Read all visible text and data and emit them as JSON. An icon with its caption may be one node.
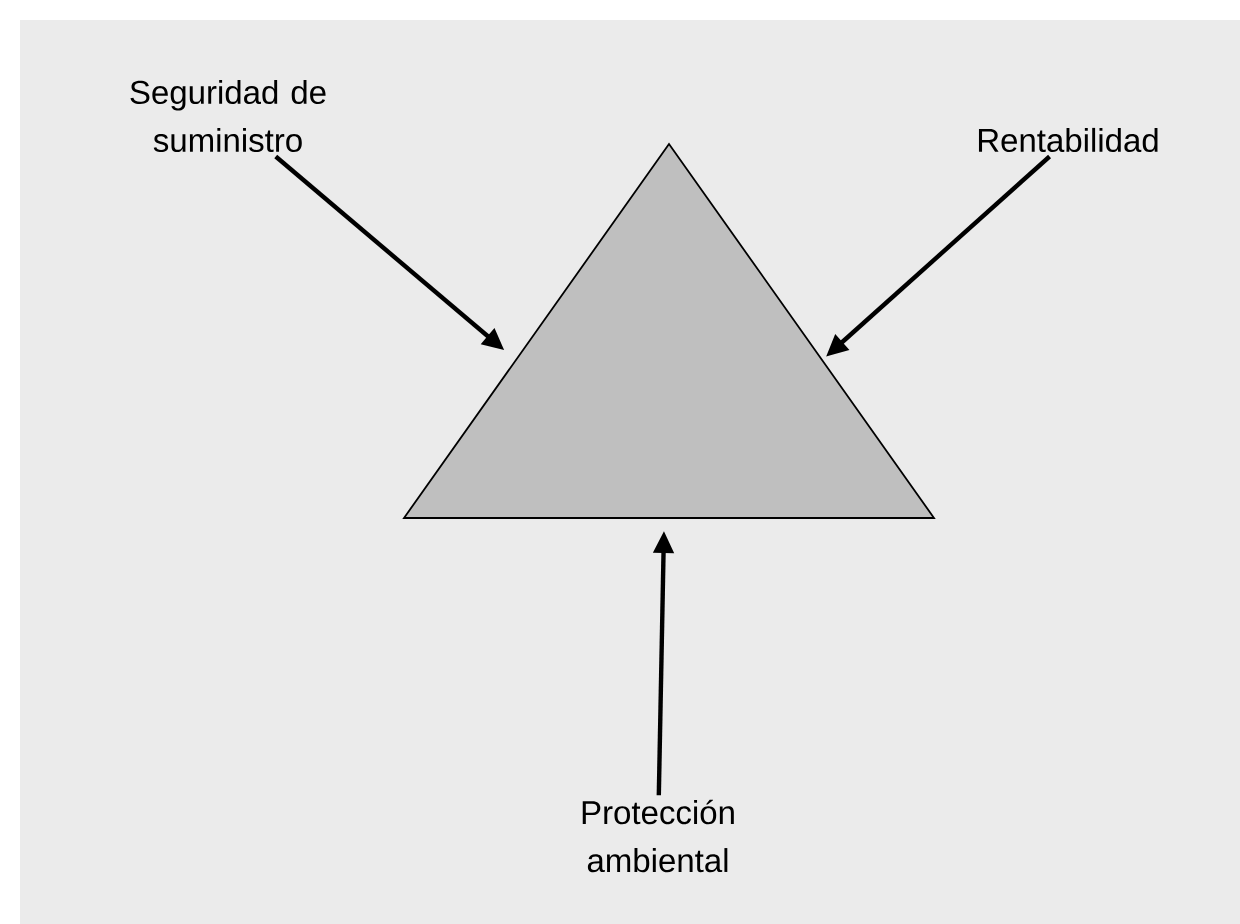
{
  "diagram": {
    "nodes": [
      {
        "text": [
          "Seguridad de suministro"
        ]
      },
      {
        "text": [
          "Rentabilidad"
        ]
      },
      {
        "text": [],
        "shape": "triangle"
      },
      {
        "text": [
          "Protección ambiental"
        ]
      }
    ],
    "edges": [
      {
        "from": 0,
        "to": 2,
        "arrow": "to"
      },
      {
        "from": 1,
        "to": 2,
        "arrow": "to"
      },
      {
        "from": 3,
        "to": 2,
        "arrow": "to"
      }
    ]
  }
}
